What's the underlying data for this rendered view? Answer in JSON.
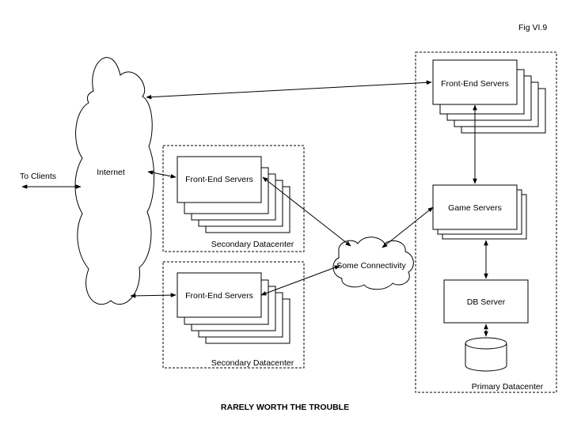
{
  "figure": {
    "fig_label": "Fig VI.9",
    "caption": "RARELY WORTH THE TROUBLE"
  },
  "nodes": {
    "internet": "Internet",
    "to_clients": "To Clients",
    "some_connectivity": "Some Connectivity",
    "secondary_dc_1": {
      "label": "Secondary Datacenter",
      "servers": "Front-End Servers"
    },
    "secondary_dc_2": {
      "label": "Secondary Datacenter",
      "servers": "Front-End Servers"
    },
    "primary_dc": {
      "label": "Primary Datacenter",
      "front_end": "Front-End Servers",
      "game": "Game Servers",
      "db": "DB Server"
    }
  }
}
